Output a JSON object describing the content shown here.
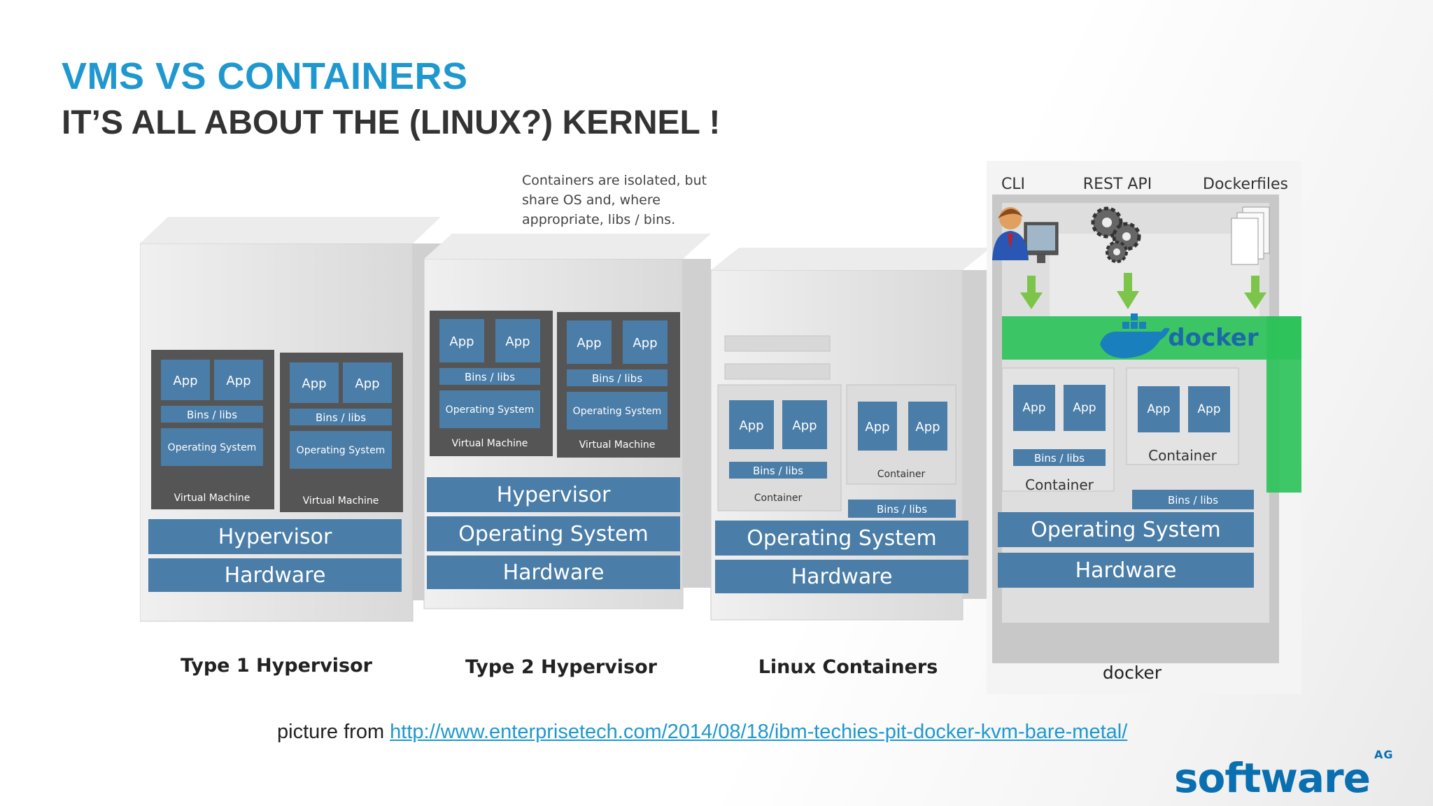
{
  "slide": {
    "title": "VMS VS CONTAINERS",
    "subtitle": "IT’S ALL ABOUT THE (LINUX?) KERNEL !",
    "note": "Containers are isolated, but share OS and, where appropriate, libs / bins.",
    "footer_prefix": "picture from ",
    "footer_link": "http://www.enterprisetech.com/2014/08/18/ibm-techies-pit-docker-kvm-bare-metal/",
    "logo_text": "software",
    "logo_suffix": "AG"
  },
  "colors": {
    "accent": "#1f98cf",
    "layer_blue": "#4a7da8",
    "vm_dark": "#555555",
    "docker_green": "#2ec25a",
    "server_gray": "#e4e4e4"
  },
  "labels": {
    "app": "App",
    "bins": "Bins / libs",
    "os_small": "Operating System",
    "vm": "Virtual Machine",
    "container": "Container",
    "hypervisor": "Hypervisor",
    "operating_system": "Operating System",
    "hardware": "Hardware"
  },
  "captions": {
    "type1": "Type 1 Hypervisor",
    "type2": "Type 2 Hypervisor",
    "linux": "Linux Containers",
    "docker": "docker"
  },
  "docker": {
    "cli": "CLI",
    "rest": "REST API",
    "dockerfiles": "Dockerfiles",
    "logo": "docker"
  },
  "icons": [
    "user-at-computer-icon",
    "gears-icon",
    "documents-icon",
    "down-arrow-icon",
    "docker-whale-icon"
  ]
}
